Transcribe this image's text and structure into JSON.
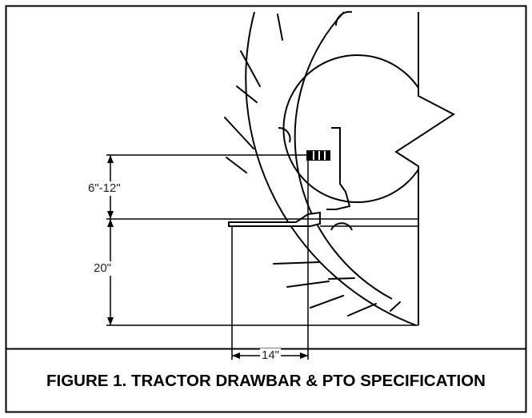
{
  "dimensions": {
    "drawbar_height_range": "6\"-12\"",
    "drawbar_to_ground": "20\"",
    "pto_to_hitch": "14\""
  },
  "caption": "FIGURE 1. TRACTOR DRAWBAR & PTO SPECIFICATION"
}
